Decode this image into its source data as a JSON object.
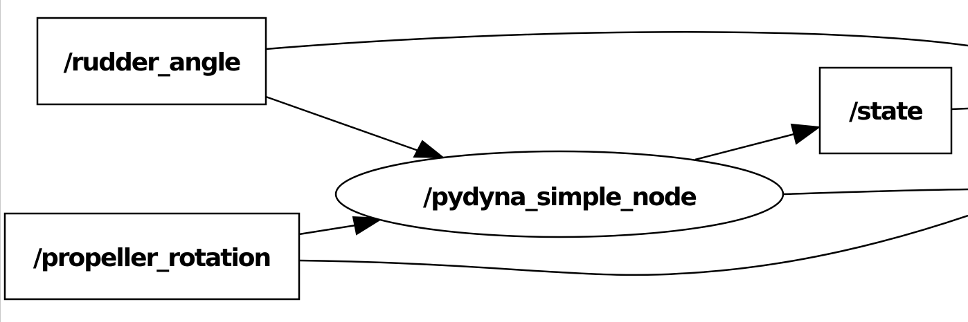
{
  "graph": {
    "nodes": {
      "rudder_angle": {
        "label": "/rudder_angle",
        "shape": "box"
      },
      "propeller_rotation": {
        "label": "/propeller_rotation",
        "shape": "box"
      },
      "state": {
        "label": "/state",
        "shape": "box"
      },
      "pydyna_simple_node": {
        "label": "/pydyna_simple_node",
        "shape": "ellipse"
      }
    },
    "edges": [
      {
        "from": "/rudder_angle",
        "to": "/pydyna_simple_node",
        "arrow": true
      },
      {
        "from": "/propeller_rotation",
        "to": "/pydyna_simple_node",
        "arrow": true
      },
      {
        "from": "/pydyna_simple_node",
        "to": "/state",
        "arrow": true
      },
      {
        "from": "/rudder_angle",
        "to": "offscreen-right",
        "arrow": false
      },
      {
        "from": "/state",
        "to": "offscreen-right",
        "arrow": false
      },
      {
        "from": "/pydyna_simple_node",
        "to": "offscreen-right",
        "arrow": false
      },
      {
        "from": "/propeller_rotation",
        "to": "offscreen-right",
        "arrow": false
      }
    ],
    "colors": {
      "stroke": "#000000",
      "fill": "#ffffff",
      "background": "#ffffff"
    }
  }
}
